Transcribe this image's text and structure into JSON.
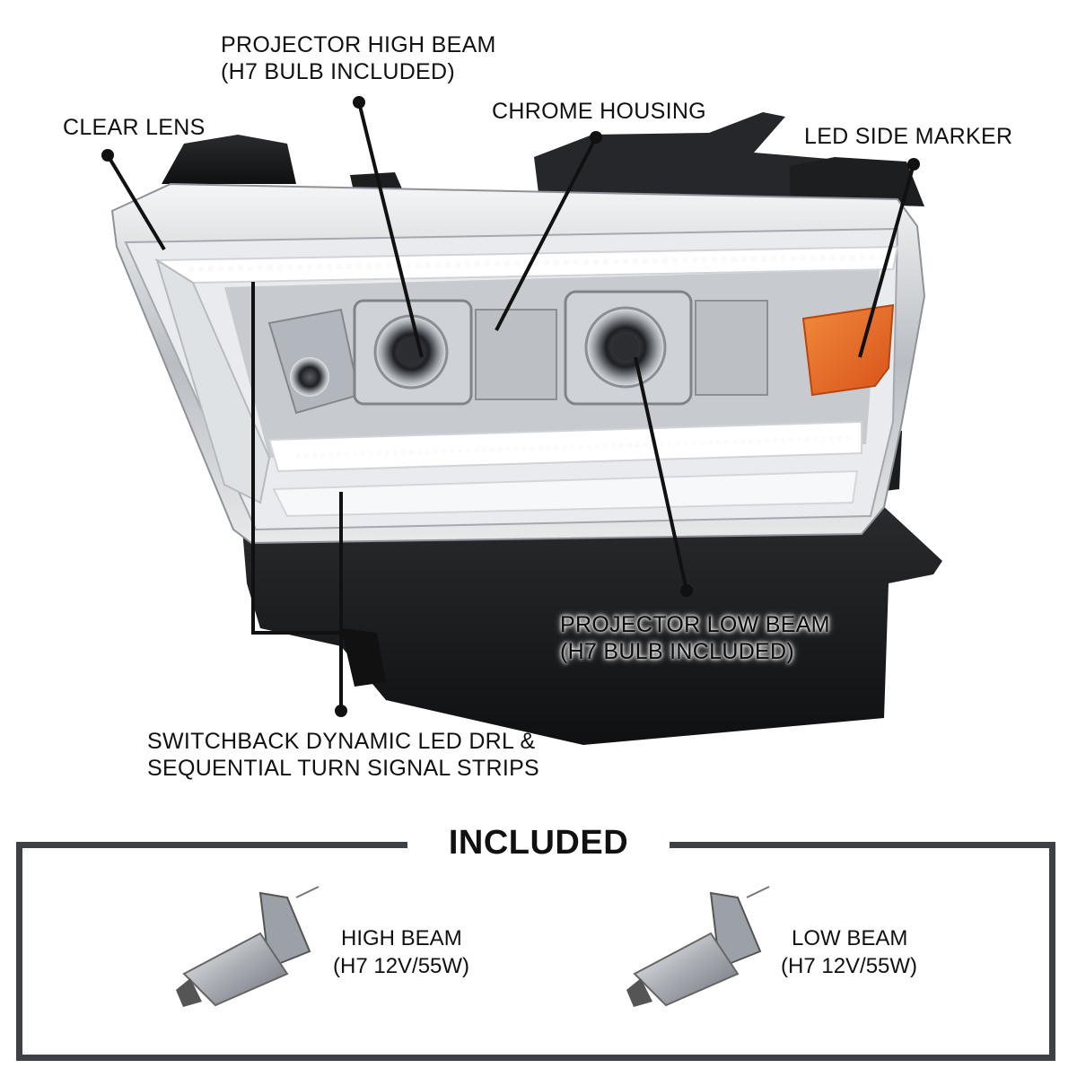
{
  "callouts": {
    "clear_lens": "CLEAR LENS",
    "high_beam_line1": "PROJECTOR HIGH BEAM",
    "high_beam_line2": "(H7 BULB INCLUDED)",
    "chrome_housing": "CHROME HOUSING",
    "led_side_marker": "LED SIDE MARKER",
    "low_beam_line1": "PROJECTOR LOW BEAM",
    "low_beam_line2": "(H7 BULB INCLUDED)",
    "drl_line1": "SWITCHBACK DYNAMIC LED DRL &",
    "drl_line2": "SEQUENTIAL TURN SIGNAL STRIPS"
  },
  "included": {
    "title": "INCLUDED",
    "bulbs": [
      {
        "name": "HIGH BEAM",
        "spec": "(H7 12V/55W)"
      },
      {
        "name": "LOW BEAM",
        "spec": "(H7 12V/55W)"
      }
    ]
  },
  "colors": {
    "frame": "#3d4146",
    "amber_marker": "#ea6a24",
    "housing_black": "#1c1d1f",
    "chrome": "#c9ccd0"
  }
}
